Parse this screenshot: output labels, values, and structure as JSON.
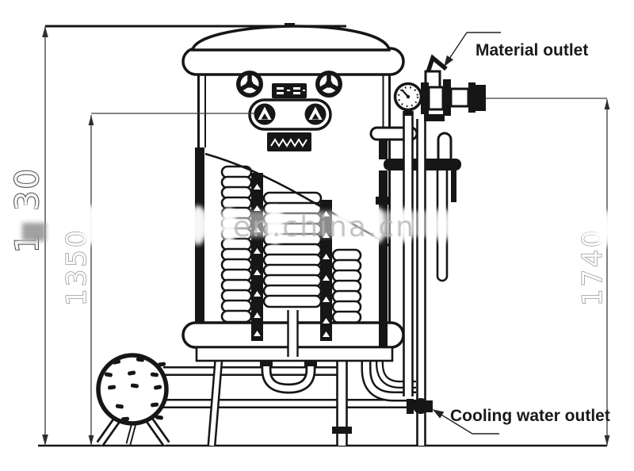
{
  "annotations": {
    "material_outlet": {
      "label": "Material outlet"
    },
    "cooling_water_outlet": {
      "label": "Cooling water outlet"
    }
  },
  "dimensions": {
    "overall_height_left": {
      "visible_top": "30",
      "visible_bottom": "1"
    },
    "panel_height": {
      "value": "1350"
    },
    "outlet_height": {
      "value": "1740"
    }
  },
  "watermark": {
    "text": "en.china.cn"
  },
  "colors": {
    "drawing_line": "#161616",
    "dimension_line": "#3a3a3a",
    "dimension_text": "#979797",
    "label_text": "#1a1a1a",
    "watermark_text": "#b5b5b5",
    "background": "#ffffff"
  }
}
